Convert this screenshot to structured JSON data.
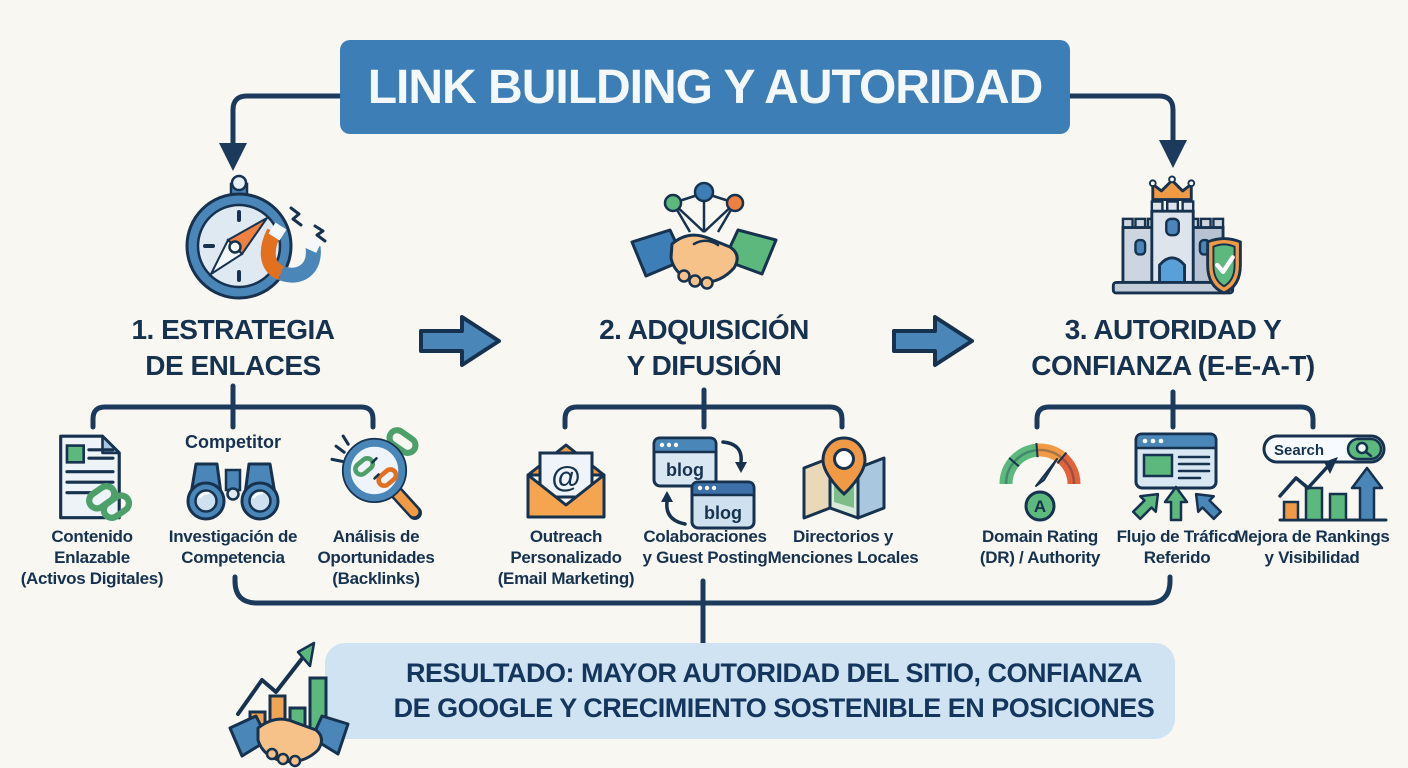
{
  "title": "LINK BUILDING Y AUTORIDAD",
  "colors": {
    "background": "#f8f7f2",
    "banner_blue": "#3d7eb6",
    "navy_text": "#16324f",
    "connector_navy": "#1b3a5c",
    "flow_arrow_blue": "#4a86b8",
    "result_banner_bg": "#cfe3f2",
    "accent_green": "#5cb87c",
    "accent_orange": "#f09a45"
  },
  "columns": [
    {
      "icon": "stopwatch-magnet-icon",
      "heading": "1. ESTRATEGIA\nDE ENLACES",
      "items": [
        {
          "icon": "document-link-icon",
          "label": "Contenido\nEnlazable\n(Activos Digitales)"
        },
        {
          "icon": "binoculars-icon",
          "pre_label": "Competitor",
          "label": "Investigación de\nCompetencia"
        },
        {
          "icon": "magnifier-links-icon",
          "label": "Análisis de\nOportunidades\n(Backlinks)"
        }
      ]
    },
    {
      "icon": "handshake-network-icon",
      "heading": "2. ADQUISICIÓN\nY DIFUSIÓN",
      "items": [
        {
          "icon": "email-outreach-icon",
          "icon_glyph": "@",
          "label": "Outreach\nPersonalizado\n(Email Marketing)"
        },
        {
          "icon": "blog-exchange-icon",
          "blog_label": "blog",
          "label": "Colaboraciones\ny Guest Posting"
        },
        {
          "icon": "map-pin-icon",
          "label": "Directorios y\nMenciones Locales"
        }
      ]
    },
    {
      "icon": "castle-shield-icon",
      "heading": "3. AUTORIDAD Y\nCONFIANZA (E-E-A-T)",
      "items": [
        {
          "icon": "gauge-domain-rating-icon",
          "gauge_letter": "A",
          "label": "Domain Rating\n(DR) / Authority"
        },
        {
          "icon": "browser-traffic-icon",
          "label": "Flujo de Tráfico\nReferido"
        },
        {
          "icon": "search-rankings-icon",
          "search_label": "Search",
          "label": "Mejora de Rankings\ny Visibilidad"
        }
      ]
    }
  ],
  "result": {
    "icon": "handshake-growth-icon",
    "text": "RESULTADO: MAYOR AUTORIDAD DEL SITIO, CONFIANZA\nDE GOOGLE Y CRECIMIENTO SOSTENIBLE EN POSICIONES"
  }
}
